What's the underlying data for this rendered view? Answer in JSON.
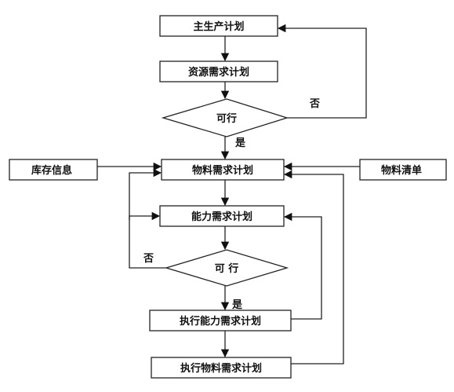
{
  "nodes": {
    "master_schedule": "主生产计划",
    "resource_plan": "资源需求计划",
    "feasible_1": "可行",
    "material_plan": "物料需求计划",
    "inventory": "库存信息",
    "bom": "物料清单",
    "capacity_plan": "能力需求计划",
    "feasible_2": "可 行",
    "exec_capacity": "执行能力需求计划",
    "exec_material": "执行物料需求计划"
  },
  "branches": {
    "no_1": "否",
    "yes_1": "是",
    "no_2": "否",
    "yes_2": "是"
  }
}
